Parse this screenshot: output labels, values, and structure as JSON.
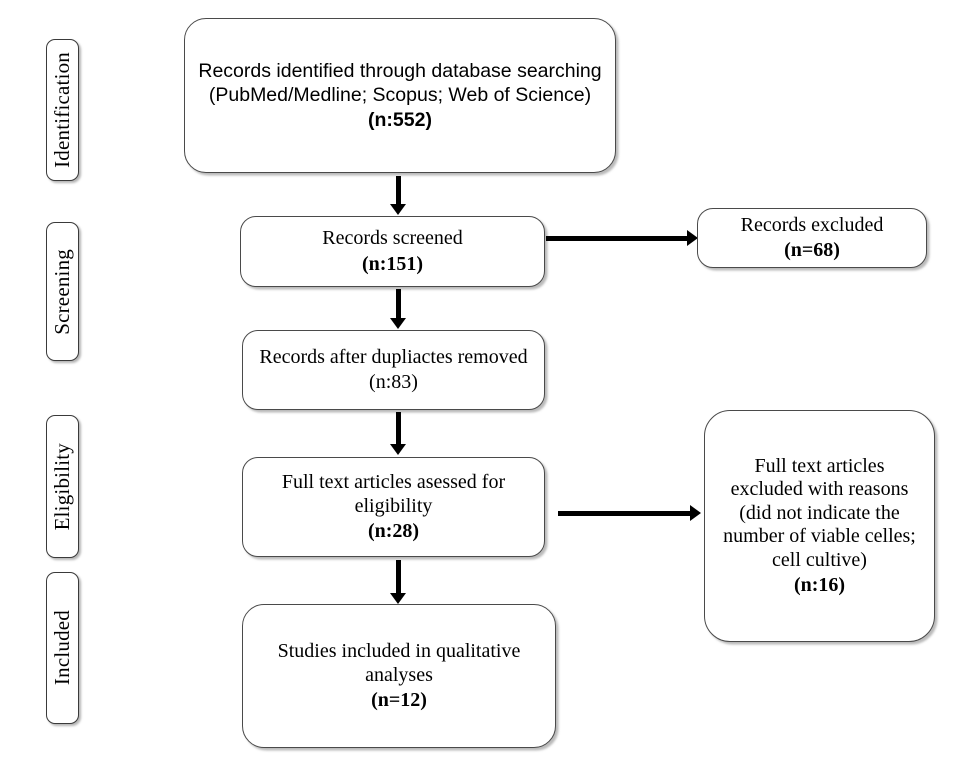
{
  "diagram": {
    "type": "prisma-flow-diagram",
    "title": "",
    "stages": [
      {
        "id": "identification",
        "label": "Identification"
      },
      {
        "id": "screening",
        "label": "Screening"
      },
      {
        "id": "eligibility",
        "label": "Eligibility"
      },
      {
        "id": "included",
        "label": "Included"
      }
    ],
    "nodes": [
      {
        "id": "records-identified",
        "text": "Records identified through database searching (PubMed/Medline; Scopus; Web of Science)",
        "count": "(n:552)",
        "count_bold": true,
        "font": "sans"
      },
      {
        "id": "records-screened",
        "text": "Records screened",
        "count": "(n:151)",
        "count_bold": true,
        "font": "serif"
      },
      {
        "id": "records-excluded",
        "text": "Records excluded",
        "count": "(n=68)",
        "count_bold": true,
        "font": "serif"
      },
      {
        "id": "records-after-duplicates",
        "text": "Records after dupliactes removed",
        "count": "(n:83)",
        "count_bold": false,
        "font": "serif"
      },
      {
        "id": "full-text-assessed",
        "text": "Full text articles asessed for eligibility",
        "count": "(n:28)",
        "count_bold": true,
        "font": "serif"
      },
      {
        "id": "full-text-excluded",
        "text": "Full text articles excluded with reasons (did not indicate the number of viable celles; cell cultive)",
        "count": "(n:16)",
        "count_bold": true,
        "font": "serif"
      },
      {
        "id": "studies-included",
        "text": "Studies included in qualitative analyses",
        "count": "(n=12)",
        "count_bold": true,
        "font": "serif"
      }
    ],
    "colors": {
      "background": "#ffffff",
      "box_border": "#4a4a4a",
      "text": "#000000",
      "arrow": "#000000",
      "shadow": "#8c8c8c"
    }
  }
}
